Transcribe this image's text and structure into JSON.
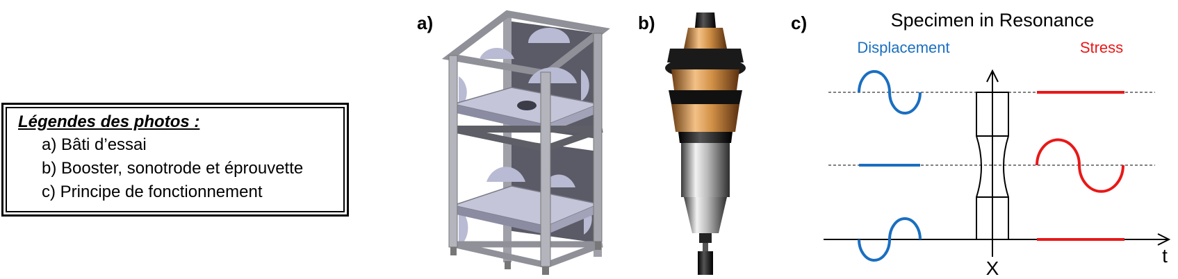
{
  "legend": {
    "title": "Légendes des photos :",
    "items": [
      "a) Bâti d’essai",
      "b) Booster, sonotrode et éprouvette",
      "c) Principe de fonctionnement"
    ]
  },
  "panels": {
    "a_label": "a)",
    "b_label": "b)",
    "c_label": "c)"
  },
  "diagram_c": {
    "title": "Specimen in Resonance",
    "displacement_label": "Displacement",
    "stress_label": "Stress",
    "t_axis_label": "t",
    "x_axis_label": "X"
  },
  "colors": {
    "displacement": "#1a6fc0",
    "stress": "#e81818",
    "ink": "#000000",
    "frame_gray": "#a9aab3",
    "block_lavender": "#b9bad3",
    "copper": "#c98a43"
  }
}
